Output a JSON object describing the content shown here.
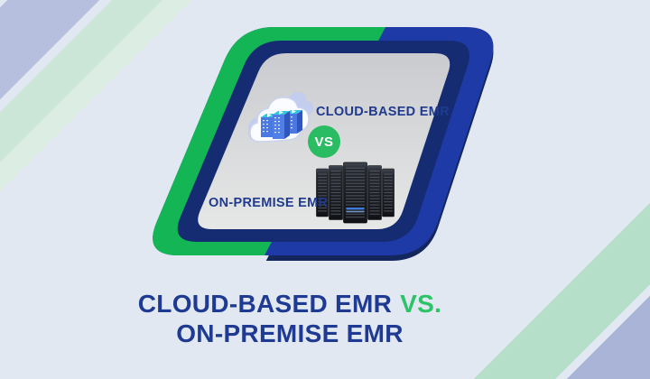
{
  "colors": {
    "bg-base": "#e2e8f1",
    "stripe-lavender": "#b6c0de",
    "stripe-mint": "#cbe5d7",
    "stripe-mint-light": "#dcede3",
    "stripe-mint-corner": "#b5dfc9",
    "stripe-lavender-corner": "#aab4d7",
    "card-green": "#13b554",
    "card-blue": "#1d3aa6",
    "card-navy": "#152c72",
    "card-shadow": "#13265e",
    "surface-top": "#c9cbcf",
    "surface-bottom": "#e6e8e7",
    "ink": "#203a8e",
    "ink-title": "#1e3a92",
    "accent-green": "#2cc468",
    "vs-green": "#2abc62"
  },
  "card": {
    "cloud_label": "CLOUD-BASED EMR",
    "vs_badge": "VS",
    "onprem_label": "ON-PREMISE EMR"
  },
  "icons": {
    "cloud": "cloud-servers-icon",
    "vs": "vs-badge",
    "servers": "server-racks-icon"
  },
  "title": {
    "line1_main": "CLOUD-BASED EMR",
    "line1_accent": "VS.",
    "line2": "ON-PREMISE EMR"
  }
}
